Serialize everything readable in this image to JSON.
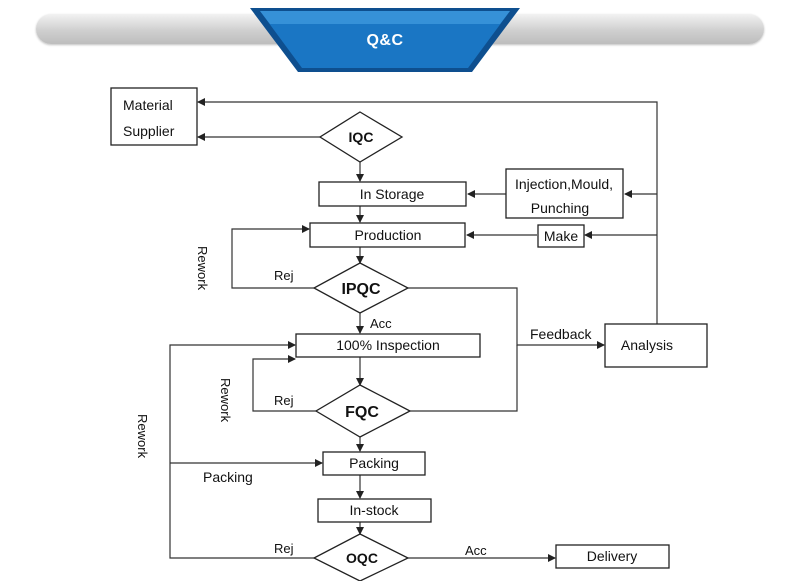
{
  "header": {
    "title": "Q&C"
  },
  "nodes": {
    "material_supplier": [
      "Material",
      "Supplier"
    ],
    "iqc": "IQC",
    "in_storage": "In Storage",
    "injection": [
      "Injection,Mould,",
      "Punching"
    ],
    "production": "Production",
    "make": "Make",
    "ipqc": "IPQC",
    "inspection": "100% Inspection",
    "fqc": "FQC",
    "packing": "Packing",
    "in_stock": "In-stock",
    "oqc": "OQC",
    "delivery": "Delivery",
    "analysis": "Analysis"
  },
  "labels": {
    "rework": "Rework",
    "rej": "Rej",
    "acc": "Acc",
    "feedback": "Feedback",
    "packing": "Packing"
  },
  "colors": {
    "banner_blue": "#1a76c4",
    "banner_dark": "#0e4f8f"
  }
}
